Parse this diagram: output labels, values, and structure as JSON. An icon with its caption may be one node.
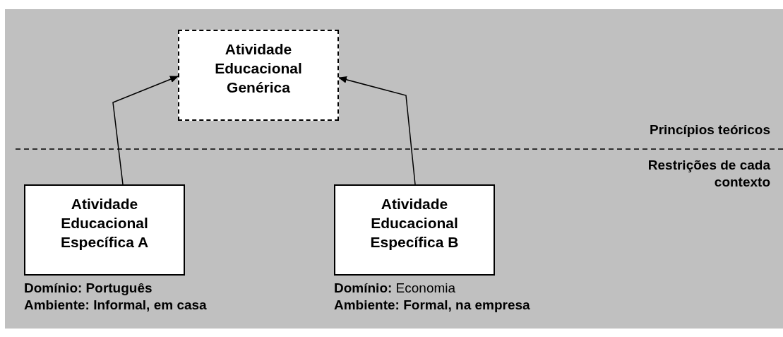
{
  "diagram": {
    "nodes": [
      {
        "text": [
          "Atividade Educacional Genérica"
        ]
      },
      {
        "text": [
          "Atividade Educacional Específica A"
        ],
        "beside": [
          "Domínio: Português",
          "Ambiente: Informal, em casa"
        ]
      },
      {
        "text": [
          "Atividade Educacional Específica B"
        ],
        "beside": [
          "**Domínio:** Economia",
          "Ambiente: Formal, na empresa"
        ]
      }
    ],
    "edges": [
      {
        "from": 1,
        "to": 0,
        "arrow": "to"
      },
      {
        "from": 2,
        "to": 0,
        "arrow": "to"
      }
    ],
    "labels": [
      "Princípios teóricos",
      "Restrições de cada contexto"
    ]
  }
}
